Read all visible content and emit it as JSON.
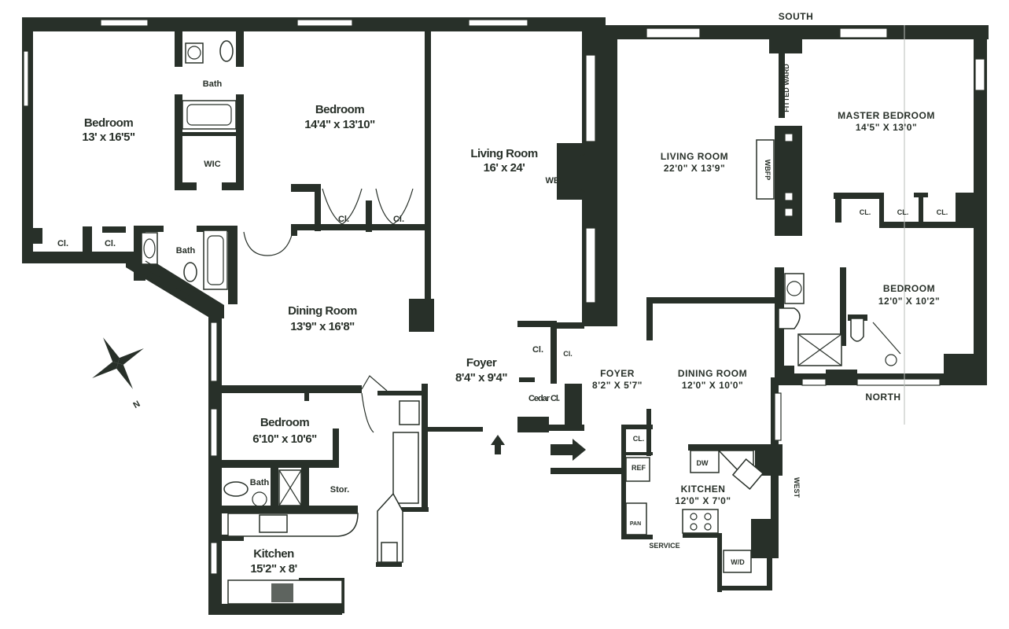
{
  "plan_a": {
    "bedroom1": {
      "name": "Bedroom",
      "dims": "13' x 16'5\""
    },
    "bedroom2": {
      "name": "Bedroom",
      "dims": "14'4\" x 13'10\""
    },
    "living": {
      "name": "Living Room",
      "dims": "16' x 24'"
    },
    "dining": {
      "name": "Dining Room",
      "dims": "13'9\" x 16'8\""
    },
    "foyer": {
      "name": "Foyer",
      "dims": "8'4\" x 9'4\""
    },
    "bedroom3": {
      "name": "Bedroom",
      "dims": "6'10\" x 10'6\""
    },
    "kitchen": {
      "name": "Kitchen",
      "dims": "15'2\" x 8'"
    },
    "bath_top": "Bath",
    "bath_mid": "Bath",
    "bath_low": "Bath",
    "wic": "WIC",
    "closet": "Cl.",
    "cedar_closet": "Cedar Cl.",
    "storage": "Stor.",
    "fireplace": "WBF",
    "compass_north": "N"
  },
  "plan_b": {
    "living": {
      "name": "Living Room",
      "dims": "22'0\"  x  13'9\""
    },
    "master": {
      "name": "Master Bedroom",
      "dims": "14'5\"  x  13'0\""
    },
    "bedroom": {
      "name": "Bedroom",
      "dims": "12'0\"  x  10'2\""
    },
    "dining": {
      "name": "Dining Room",
      "dims": "12'0\"  x  10'0\""
    },
    "foyer": {
      "name": "Foyer",
      "dims": "8'2\"  x  5'7\""
    },
    "kitchen": {
      "name": "Kitchen",
      "dims": "12'0\"  x  7'0\""
    },
    "closet": "Cl.",
    "fitted_ward": "Fitted Ward",
    "fireplace": "WBFP",
    "dw": "DW",
    "ref": "Ref",
    "pan": "Pan",
    "wd": "W/D",
    "service": "Service",
    "south": "South",
    "north": "North",
    "west": "West"
  },
  "colors": {
    "wall": "#283029",
    "paper": "#ffffff"
  }
}
